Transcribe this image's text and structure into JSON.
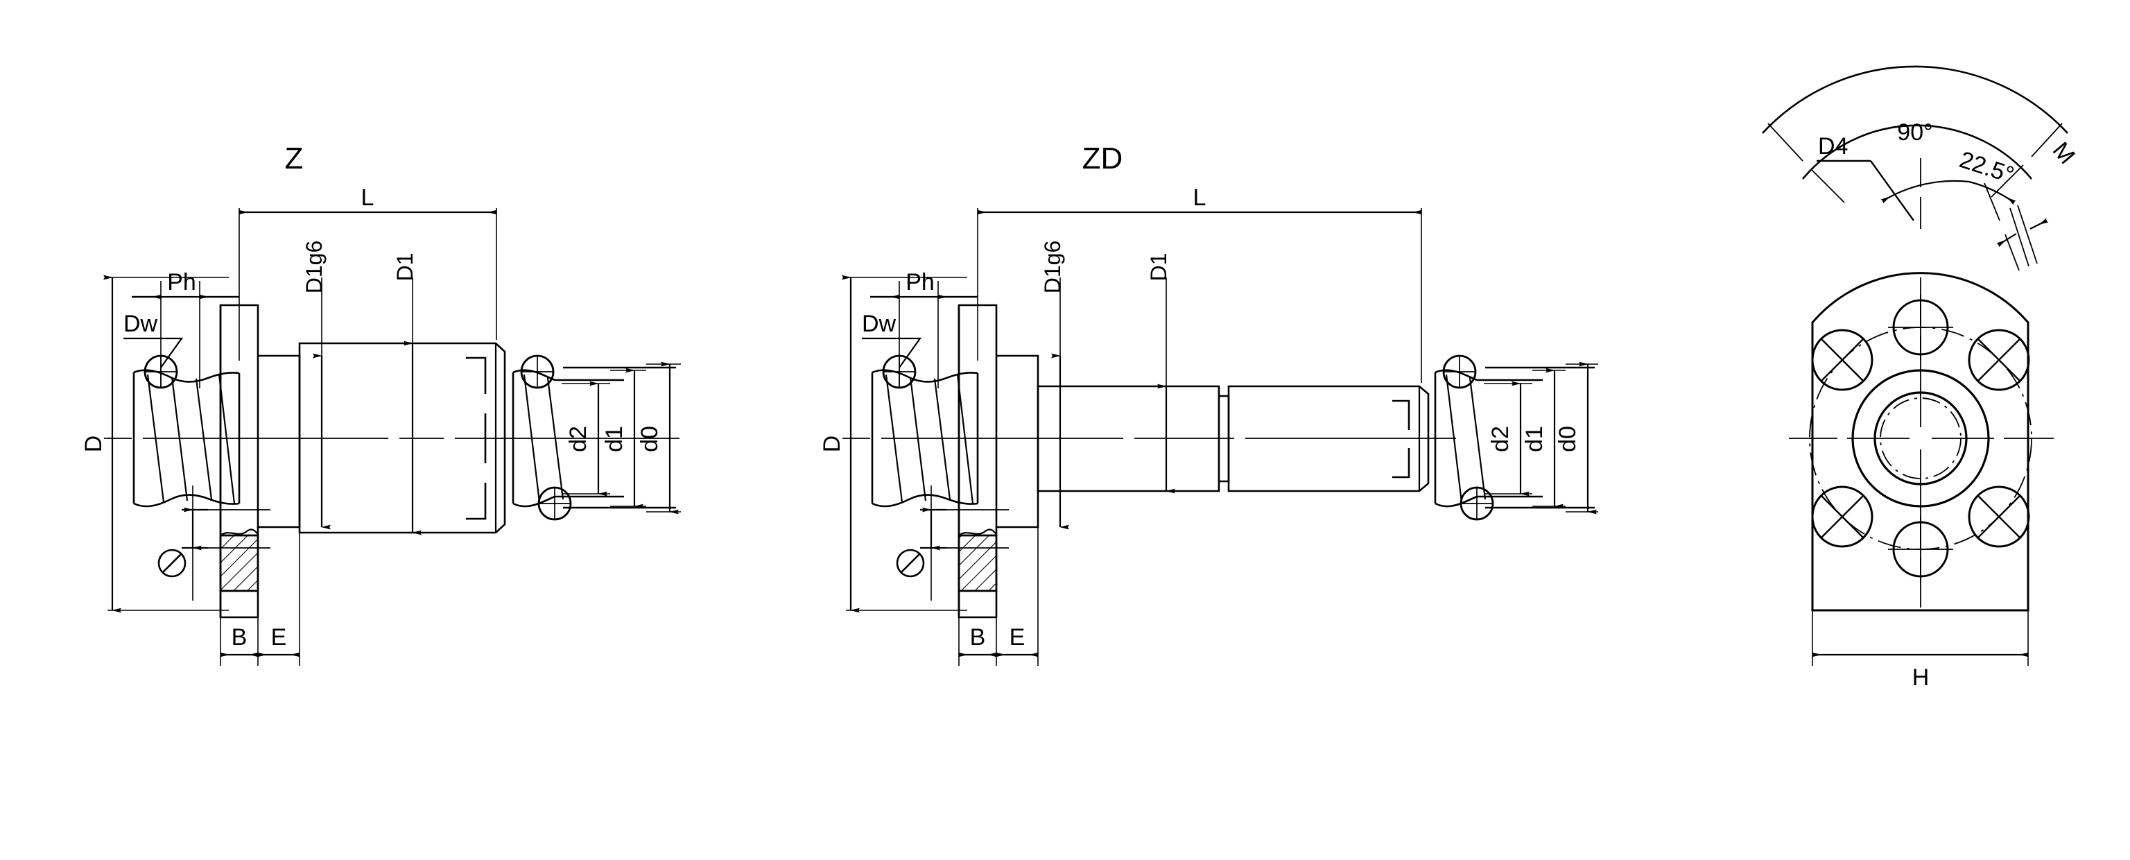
{
  "drawing": {
    "kind": "engineering-drawing",
    "subject": "ball-screw-nut-assembly",
    "background": "#ffffff",
    "line_color": "#000000",
    "views": [
      {
        "id": "z",
        "title": "Z",
        "description": "single flanged ball nut, sectioned side view"
      },
      {
        "id": "zd",
        "title": "ZD",
        "description": "double flanged ball nut, sectioned side view"
      },
      {
        "id": "flange",
        "title": "",
        "description": "flange end view with bolt circle"
      }
    ]
  },
  "view_z": {
    "title": "Z",
    "dimensions": {
      "overall_length": "L",
      "pitch": "Ph",
      "ball_diameter": "Dw",
      "flange_diameter": "D",
      "nut_journal_diameter": "D1g6",
      "nut_body_diameter": "D1",
      "root_diameter": "d2",
      "nominal_diameter": "d1",
      "outer_diameter": "d0",
      "flange_thickness": "B",
      "journal_length": "E",
      "hole_symbol": "Ø"
    }
  },
  "view_zd": {
    "title": "ZD",
    "dimensions": {
      "overall_length": "L",
      "pitch": "Ph",
      "ball_diameter": "Dw",
      "flange_diameter": "D",
      "nut_journal_diameter": "D1g6",
      "nut_body_diameter": "D1",
      "root_diameter": "d2",
      "nominal_diameter": "d1",
      "outer_diameter": "d0",
      "flange_thickness": "B",
      "journal_length": "E",
      "hole_symbol": "Ø"
    }
  },
  "view_flange": {
    "dimensions": {
      "sector_angle": "90°",
      "hole_spacing_angle": "22.5°",
      "bolt_circle_diameter": "D4",
      "mounting_hole": "M",
      "flange_width": "H"
    },
    "holes": {
      "counterbore_count": 4,
      "plain_count": 2
    }
  }
}
